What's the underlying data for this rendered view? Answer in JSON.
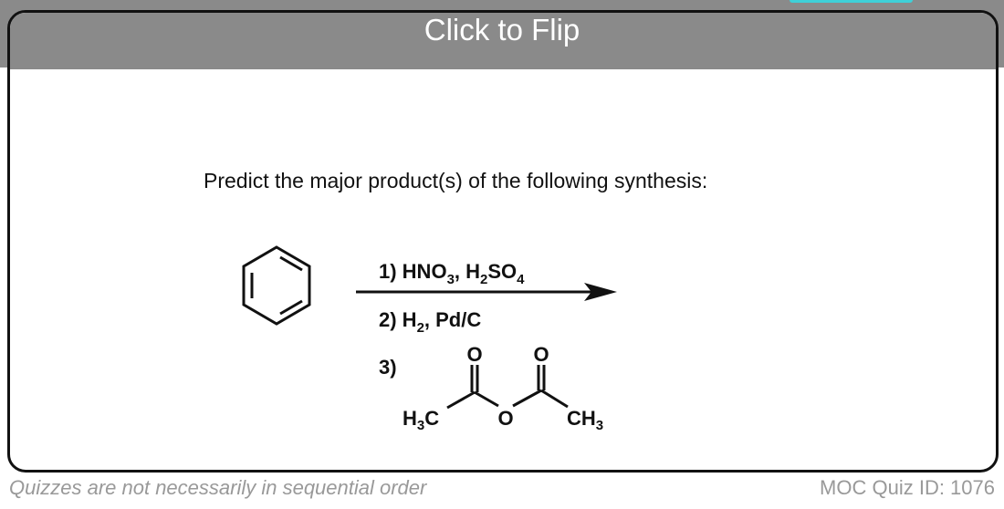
{
  "header": {
    "flip_label": "Click to Flip"
  },
  "question": {
    "prompt": "Predict the major product(s) of the following synthesis:",
    "step1": {
      "a": "1) HNO",
      "b": "3",
      "c": ", H",
      "d": "2",
      "e": "SO",
      "f": "4"
    },
    "step2": {
      "a": "2) H",
      "b": "2",
      "c": ", Pd/C"
    },
    "step3": {
      "label": "3)",
      "o1": "O",
      "o2": "O",
      "o_bridge": "O",
      "left_h": "H",
      "left_sub": "3",
      "left_c": "C",
      "right_ch": "CH",
      "right_sub": "3"
    }
  },
  "footer": {
    "note": "Quizzes are not necessarily in sequential order",
    "quiz_id": "MOC Quiz ID: 1076"
  },
  "colors": {
    "header": "#8a8a8a",
    "tab": "#3fd0d8",
    "footer_text": "#999999"
  }
}
